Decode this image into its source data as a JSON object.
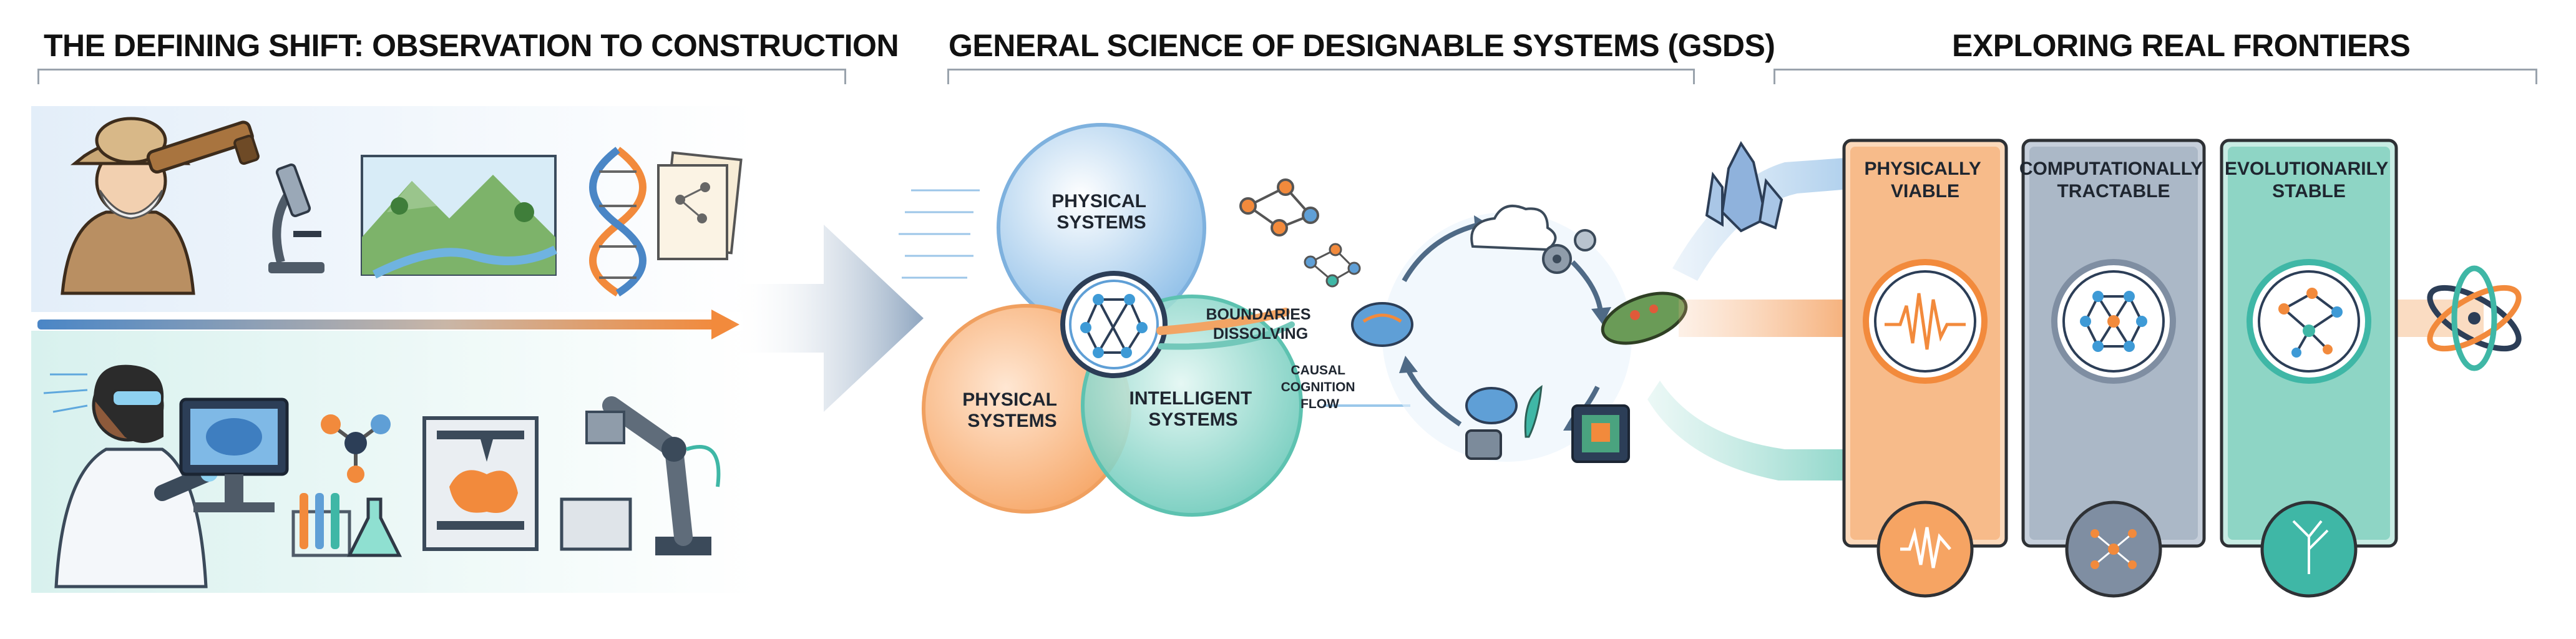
{
  "sections": {
    "left_title": "THE DEFINING SHIFT: OBSERVATION TO CONSTRUCTION",
    "middle_title": "GENERAL SCIENCE OF DESIGNABLE SYSTEMS (GSDS)",
    "right_title": "EXPLORING REAL FRONTIERS"
  },
  "gsds": {
    "physical_systems_top": [
      "PHYSICAL",
      "SYSTEMS"
    ],
    "physical_systems_left": [
      "PHYSICAL",
      "SYSTEMS"
    ],
    "intelligent_systems": [
      "INTELLIGENT",
      "SYSTEMS"
    ],
    "boundaries": [
      "BOUNDARIES",
      "DISSOLVING"
    ],
    "causal_flow": [
      "CAUSAL",
      "COGNITION",
      "FLOW"
    ]
  },
  "frontiers": {
    "panels": [
      {
        "line1": "PHYSICALLY",
        "line2": "VIABLE",
        "color": "#f6ad70"
      },
      {
        "line1": "COMPUTATIONALLY",
        "line2": "TRACTABLE",
        "color": "#a9b6c6"
      },
      {
        "line1": "EVOLUTIONARILY",
        "line2": "STABLE",
        "color": "#7fcfbd"
      }
    ]
  },
  "colors": {
    "orange": "#f28a3c",
    "blue": "#5f9fd6",
    "teal": "#3fb7a6",
    "navy": "#2c3e57"
  }
}
